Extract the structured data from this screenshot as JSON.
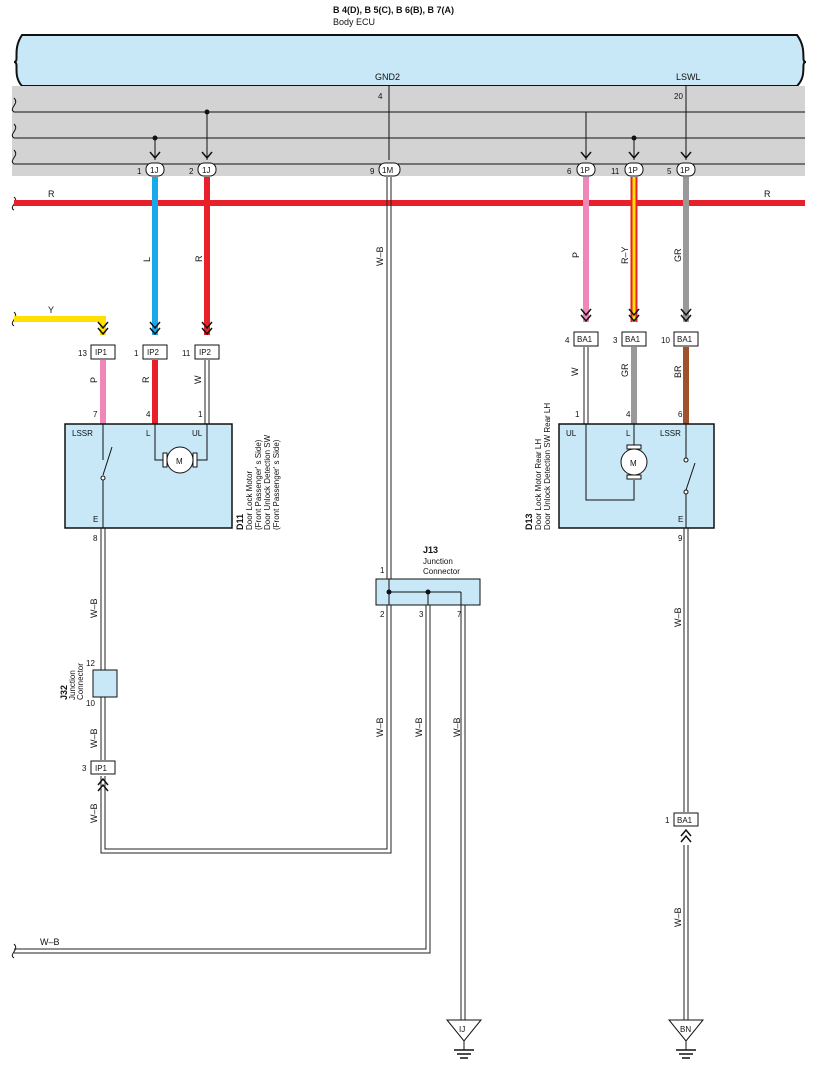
{
  "ecu": {
    "connectors": "B 4(D), B 5(C), B 6(B), B 7(A)",
    "name": "Body ECU",
    "pin_gnd2": "GND2",
    "pin_gnd2_num": "4",
    "pin_lswl": "LSWL",
    "pin_lswl_num": "20"
  },
  "bus_connectors": [
    {
      "pin": "1",
      "conn": "1J"
    },
    {
      "pin": "2",
      "conn": "1J"
    },
    {
      "pin": "9",
      "conn": "1M"
    },
    {
      "pin": "6",
      "conn": "1P"
    },
    {
      "pin": "11",
      "conn": "1P"
    },
    {
      "pin": "5",
      "conn": "1P"
    }
  ],
  "wires": {
    "r_left": "R",
    "r_right": "R",
    "l": "L",
    "r2": "R",
    "w_b_main": "W–B",
    "p_right": "P",
    "r_y": "R–Y",
    "gr_right": "GR",
    "y": "Y",
    "p_left": "P",
    "r_left2": "R",
    "w_left": "W",
    "w_right": "W",
    "gr_right2": "GR",
    "br": "BR",
    "w_b_1": "W–B",
    "w_b_2": "W–B",
    "w_b_3": "W–B",
    "w_b_4": "W–B",
    "w_b_5": "W–B",
    "w_b_6": "W–B",
    "w_b_7": "W–B",
    "w_b_8": "W–B",
    "w_b_bottom": "W–B"
  },
  "mid_connectors": [
    {
      "pin": "13",
      "conn": "IP1"
    },
    {
      "pin": "1",
      "conn": "IP2"
    },
    {
      "pin": "11",
      "conn": "IP2"
    },
    {
      "pin": "4",
      "conn": "BA1"
    },
    {
      "pin": "3",
      "conn": "BA1"
    },
    {
      "pin": "10",
      "conn": "BA1"
    }
  ],
  "d11": {
    "id": "D11",
    "line1": "Door Lock Motor",
    "line2": "(Front Passenger' s Side)",
    "line3": "Door Unlock Detection SW",
    "line4": "(Front Passenger' s Side)",
    "pin_lssr": "LSSR",
    "pin_l": "L",
    "pin_ul": "UL",
    "pin_e": "E",
    "pin7": "7",
    "pin4": "4",
    "pin1": "1",
    "pin8": "8",
    "motor": "M"
  },
  "d13": {
    "id": "D13",
    "line1": "Door Lock Motor Rear LH",
    "line2": "Door Unlock Detection SW Rear LH",
    "pin_ul": "UL",
    "pin_l": "L",
    "pin_lssr": "LSSR",
    "pin_e": "E",
    "pin1": "1",
    "pin4": "4",
    "pin6": "6",
    "pin9": "9",
    "motor": "M"
  },
  "j13": {
    "id": "J13",
    "line1": "Junction",
    "line2": "Connector",
    "pin1": "1",
    "pin2": "2",
    "pin3": "3",
    "pin7": "7"
  },
  "j32": {
    "id": "J32",
    "line1": "Junction",
    "line2": "Connector",
    "pin12": "12",
    "pin10": "10"
  },
  "lower_connectors": [
    {
      "pin": "3",
      "conn": "IP1"
    },
    {
      "pin": "1",
      "conn": "BA1"
    }
  ],
  "grounds": [
    "IJ",
    "BN"
  ],
  "colors": {
    "ecu_fill": "#c8e8f8",
    "bus_gray": "#d3d3d3",
    "red": "#e8202a",
    "blue": "#1aa8e8",
    "pink": "#ef88b8",
    "yellow": "#ffe000",
    "gray_wire": "#999999",
    "brown": "#a0522d",
    "component_fill": "#c8e8f8"
  }
}
